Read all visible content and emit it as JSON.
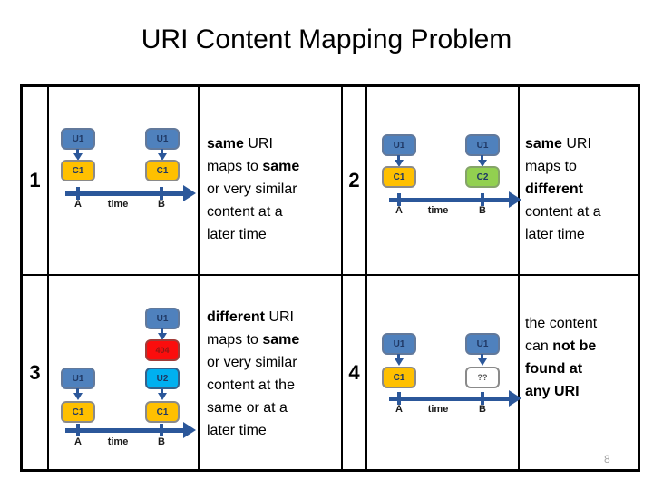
{
  "slide": {
    "title": "URI Content Mapping Problem",
    "page_number": "8"
  },
  "colors": {
    "uri_box": "#4F81BD",
    "content_box": "#FFC000",
    "different_content_box": "#92D050",
    "error_404_box": "#FF0000",
    "new_uri_box": "#00B0F0",
    "unknown_box": "#FFFFFF",
    "arrow": "#2B579A",
    "table_border": "#000000",
    "page_number_color": "#A6A6A6"
  },
  "cases": [
    {
      "number": "1",
      "description_lines": [
        [
          {
            "t": "same",
            "b": true
          },
          {
            "t": " URI"
          }
        ],
        [
          {
            "t": "maps to "
          },
          {
            "t": "same",
            "b": true
          }
        ],
        [
          {
            "t": "or very similar"
          }
        ],
        [
          {
            "t": "content at a"
          }
        ],
        [
          {
            "t": "later time"
          }
        ]
      ],
      "diagram": {
        "left_stack": [
          {
            "label": "U1"
          },
          {
            "label": "C1"
          }
        ],
        "right_stack": [
          {
            "label": "U1"
          },
          {
            "label": "C1"
          }
        ],
        "timeline": {
          "start": "A",
          "axis": "time",
          "end": "B"
        }
      }
    },
    {
      "number": "2",
      "description_lines": [
        [
          {
            "t": "same",
            "b": true
          },
          {
            "t": " URI"
          }
        ],
        [
          {
            "t": "maps to"
          }
        ],
        [
          {
            "t": "different",
            "b": true
          }
        ],
        [
          {
            "t": "content at a"
          }
        ],
        [
          {
            "t": "later time"
          }
        ]
      ],
      "diagram": {
        "left_stack": [
          {
            "label": "U1"
          },
          {
            "label": "C1"
          }
        ],
        "right_stack": [
          {
            "label": "U1"
          },
          {
            "label": "C2"
          }
        ],
        "timeline": {
          "start": "A",
          "axis": "time",
          "end": "B"
        }
      }
    },
    {
      "number": "3",
      "description_lines": [
        [
          {
            "t": "different",
            "b": true
          },
          {
            "t": " URI"
          }
        ],
        [
          {
            "t": "maps to "
          },
          {
            "t": "same",
            "b": true
          }
        ],
        [
          {
            "t": "or very similar"
          }
        ],
        [
          {
            "t": "content at the"
          }
        ],
        [
          {
            "t": "same or at a"
          }
        ],
        [
          {
            "t": "later time"
          }
        ]
      ],
      "diagram": {
        "left_stack": [
          {
            "label": "U1"
          },
          {
            "label": "C1"
          }
        ],
        "right_stack": [
          {
            "label": "U1"
          },
          {
            "label": "404"
          },
          {
            "label": "U2"
          },
          {
            "label": "C1"
          }
        ],
        "timeline": {
          "start": "A",
          "axis": "time",
          "end": "B"
        }
      }
    },
    {
      "number": "4",
      "description_lines": [
        [
          {
            "t": "the content"
          }
        ],
        [
          {
            "t": "can "
          },
          {
            "t": "not be",
            "b": true
          }
        ],
        [
          {
            "t": "found at",
            "b": true
          }
        ],
        [
          {
            "t": "any URI",
            "b": true
          }
        ]
      ],
      "diagram": {
        "left_stack": [
          {
            "label": "U1"
          },
          {
            "label": "C1"
          }
        ],
        "right_stack": [
          {
            "label": "U1"
          },
          {
            "label": "??"
          }
        ],
        "timeline": {
          "start": "A",
          "axis": "time",
          "end": "B"
        }
      }
    }
  ]
}
